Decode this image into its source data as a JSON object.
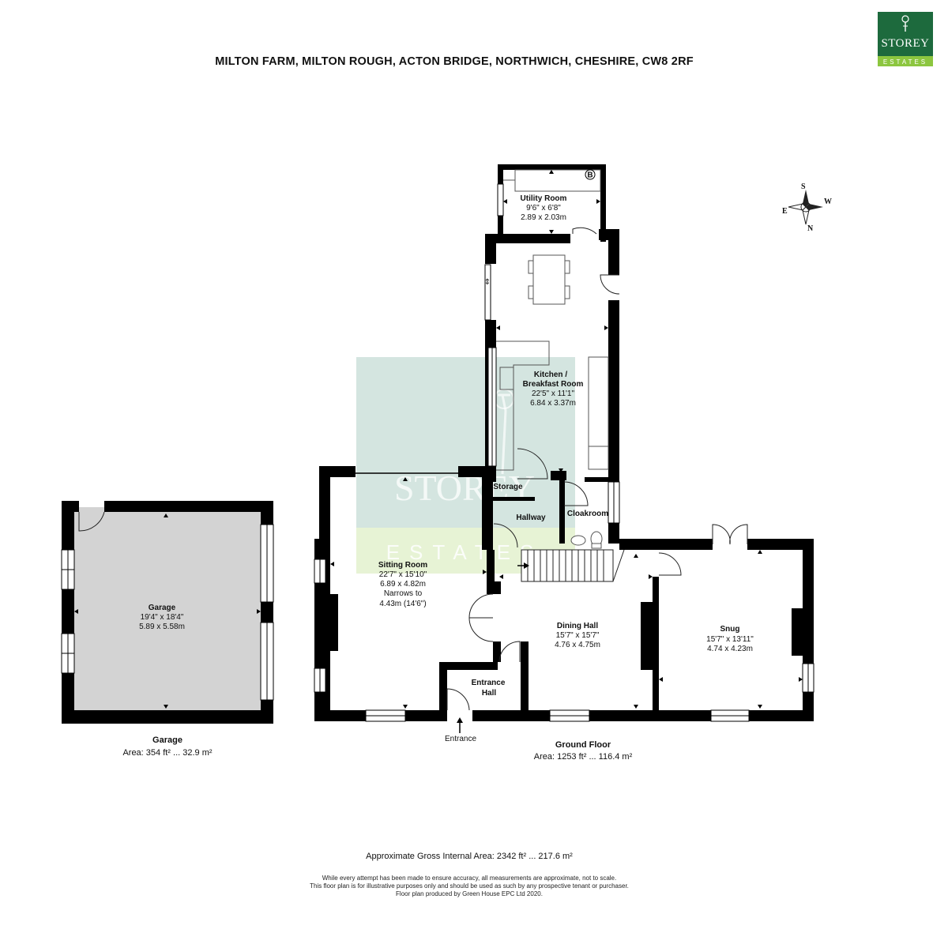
{
  "header": {
    "address": "MILTON FARM, MILTON ROUGH, ACTON BRIDGE, NORTHWICH, CHESHIRE, CW8 2RF"
  },
  "brand": {
    "name": "STOREY",
    "sub": "ESTATES",
    "primary_color": "#1d6a3d",
    "accent_color": "#8cc63f"
  },
  "compass": {
    "s": "S",
    "w": "W",
    "e": "E",
    "n": "N"
  },
  "rooms": {
    "utility": {
      "name": "Utility Room",
      "imperial": "9'6\" x 6'8\"",
      "metric": "2.89 x 2.03m"
    },
    "kitchen": {
      "name_line1": "Kitchen /",
      "name_line2": "Breakfast Room",
      "imperial": "22'5\" x 11'1\"",
      "metric": "6.84 x 3.37m"
    },
    "storage": {
      "name": "Storage"
    },
    "cloakroom": {
      "name": "Cloakroom"
    },
    "hallway": {
      "name": "Hallway"
    },
    "sitting": {
      "name": "Sitting Room",
      "imperial": "22'7\" x 15'10\"",
      "metric": "6.89 x 4.82m",
      "note1": "Narrows to",
      "note2": "4.43m (14'6\")"
    },
    "dining": {
      "name": "Dining Hall",
      "imperial": "15'7\" x 15'7\"",
      "metric": "4.76 x 4.75m"
    },
    "snug": {
      "name": "Snug",
      "imperial": "15'7\" x 13'11\"",
      "metric": "4.74 x 4.23m"
    },
    "entrance_hall": {
      "name_line1": "Entrance",
      "name_line2": "Hall"
    },
    "garage": {
      "name": "Garage",
      "imperial": "19'4\" x 18'4\"",
      "metric": "5.89 x 5.58m"
    }
  },
  "labels": {
    "entrance": "Entrance",
    "boiler": "B",
    "watermark_word": "STOREY",
    "watermark_sub": "ESTATES"
  },
  "captions": {
    "garage_title": "Garage",
    "garage_area": "Area: 354 ft² ... 32.9 m²",
    "ground_title": "Ground Floor",
    "ground_area": "Area: 1253 ft² ... 116.4 m²"
  },
  "footer": {
    "gross_area": "Approximate Gross Internal Area: 2342 ft² ... 217.6 m²",
    "disclaimer_1": "While every attempt has been made to ensure accuracy, all measurements are approximate, not to scale.",
    "disclaimer_2": "This floor plan is for illustrative purposes only and should be used as such by any prospective tenant or purchaser.",
    "disclaimer_3": "Floor plan produced by Green House EPC Ltd 2020."
  }
}
